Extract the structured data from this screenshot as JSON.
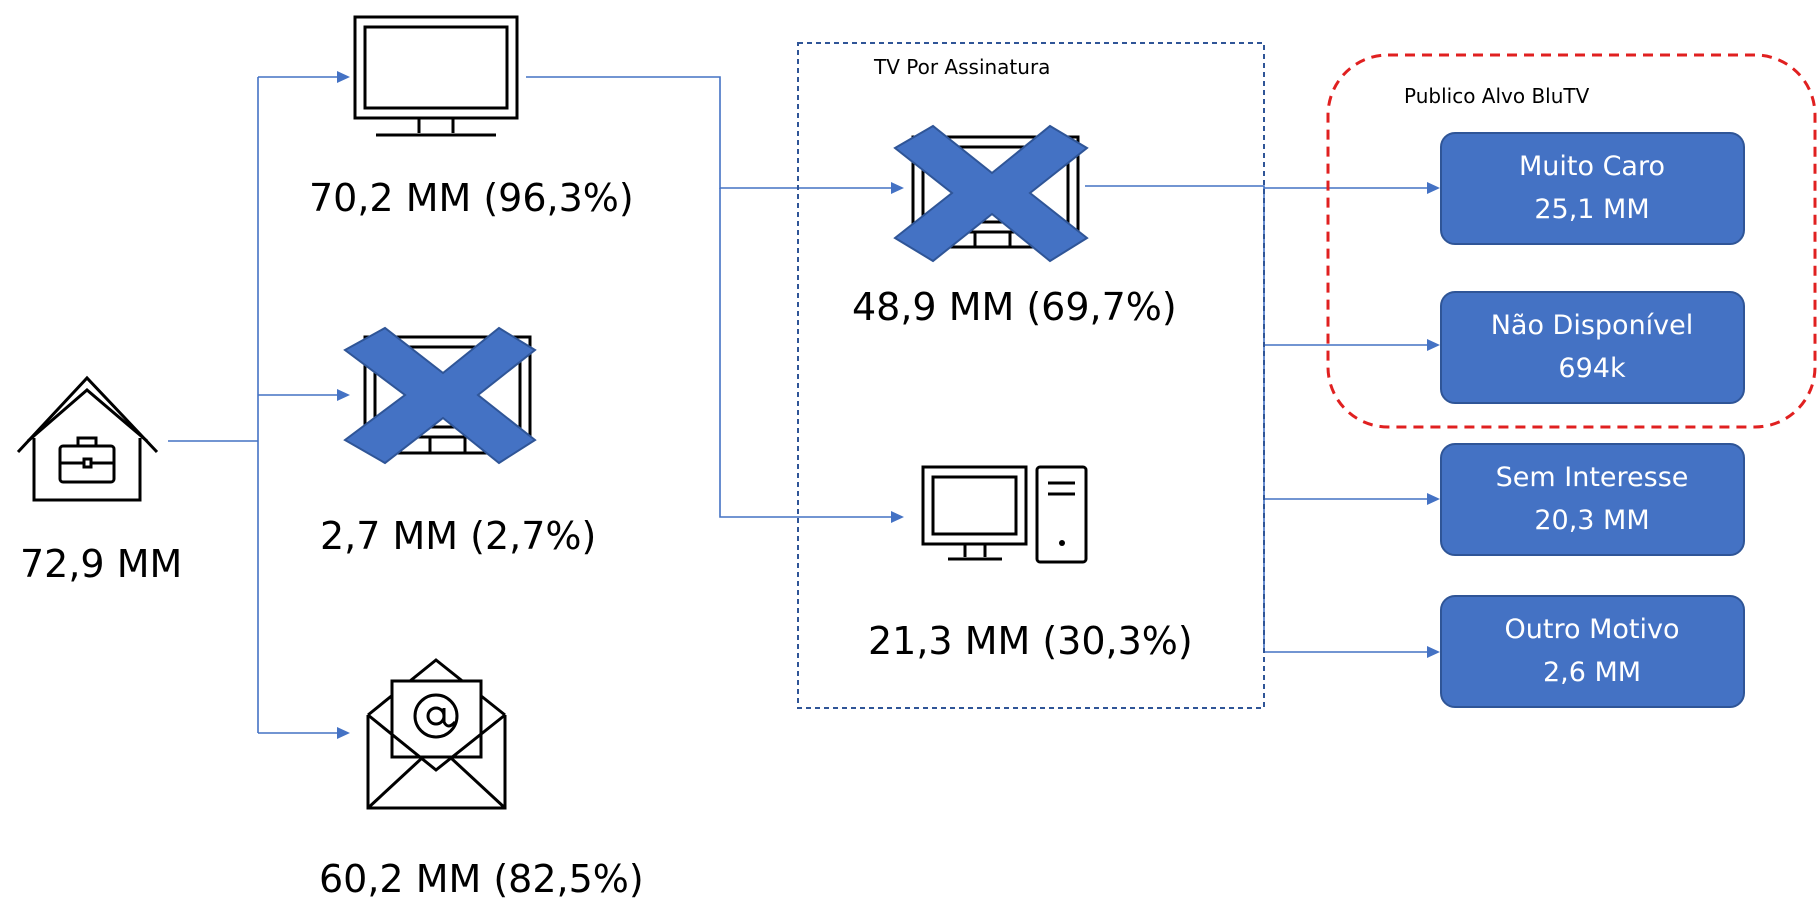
{
  "root": {
    "value": "72,9 MM",
    "icon": "house-briefcase-icon"
  },
  "branches": {
    "tv": {
      "value": "70,2 MM (96,3%)",
      "icon": "tv-icon"
    },
    "no_tv": {
      "value": "2,7 MM (2,7%)",
      "icon": "tv-crossed-icon"
    },
    "email": {
      "value": "60,2 MM (82,5%)",
      "icon": "email-at-icon"
    }
  },
  "subscription": {
    "title": "TV Por Assinatura",
    "no_subscription": {
      "value": "48,9 MM (69,7%)",
      "icon": "tv-crossed-icon"
    },
    "with_subscription": {
      "value": "21,3 MM (30,3%)",
      "icon": "desktop-computer-icon"
    }
  },
  "target_group": {
    "title": "Publico  Alvo BluTV"
  },
  "reasons": [
    {
      "label": "Muito Caro",
      "value": "25,1 MM"
    },
    {
      "label": "Não Disponível",
      "value": "694k"
    },
    {
      "label": "Sem Interesse",
      "value": "20,3 MM"
    },
    {
      "label": "Outro Motivo",
      "value": "2,6 MM"
    }
  ],
  "colors": {
    "accent": "#4472c4",
    "box_border": "#2f5597",
    "target_border": "#e02020",
    "group_border": "#2f5597"
  }
}
